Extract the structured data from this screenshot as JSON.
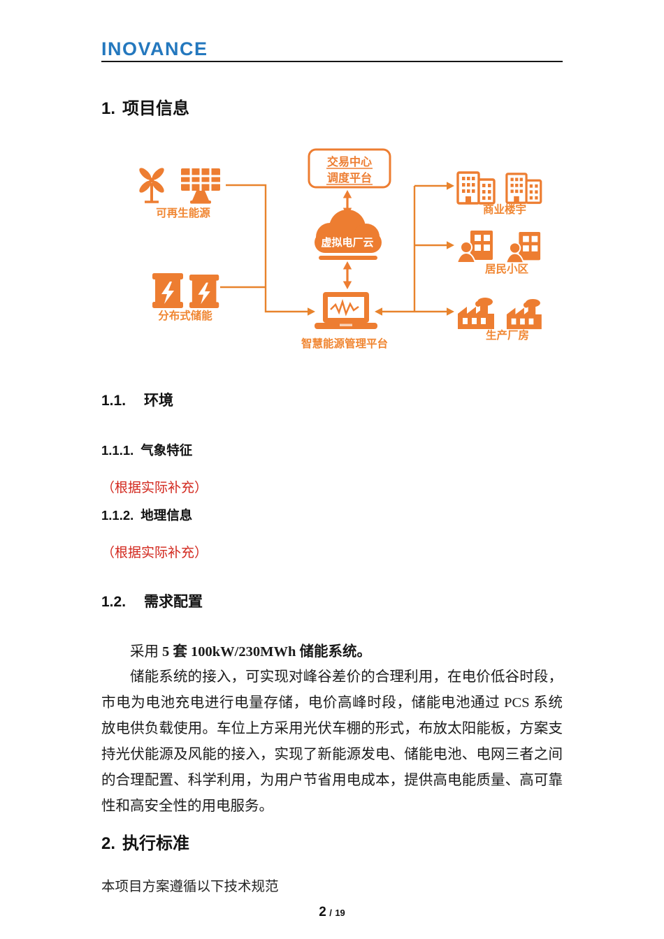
{
  "header": {
    "logo": "INOVANCE"
  },
  "headings": {
    "h1": {
      "num": "1.",
      "title": "项目信息"
    },
    "h11": {
      "num": "1.1.",
      "title": "环境"
    },
    "h111": {
      "num": "1.1.1.",
      "title": "气象特征"
    },
    "h112": {
      "num": "1.1.2.",
      "title": "地理信息"
    },
    "h12": {
      "num": "1.2.",
      "title": "需求配置"
    },
    "h2": {
      "num": "2.",
      "title": "执行标准"
    }
  },
  "notes": {
    "weather": "（根据实际补充）",
    "geo": "（根据实际补充）"
  },
  "body": {
    "config_prefix": "采用",
    "config_bold": "5 套 100kW/230MWh 储能系统。",
    "paragraph": "储能系统的接入，可实现对峰谷差价的合理利用，在电价低谷时段，市电为电池充电进行电量存储，电价高峰时段，储能电池通过 PCS 系统放电供负载使用。车位上方采用光伏车棚的形式，布放太阳能板，方案支持光伏能源及风能的接入，实现了新能源发电、储能电池、电网三者之间的合理配置、科学利用，为用户节省用电成本，提供高电能质量、高可靠性和高安全性的用电服务。",
    "standards_intro": "本项目方案遵循以下技术规范"
  },
  "footer": {
    "page": "2",
    "separator": "/",
    "total": "19"
  },
  "diagram": {
    "accent": "#ED7D31",
    "line_color": "#E8832C",
    "nodes": {
      "renewable": {
        "label": "可再生能源",
        "icons": [
          "wind-turbine-icon",
          "solar-panel-icon"
        ]
      },
      "storage": {
        "label": "分布式储能",
        "icons": [
          "battery-icon",
          "battery-icon"
        ]
      },
      "trading": {
        "line1": "交易中心",
        "line2": "调度平台"
      },
      "vpp_cloud": {
        "label": "虚拟电厂云",
        "icon": "cloud-icon"
      },
      "platform": {
        "label": "智慧能源管理平台",
        "icon": "laptop-icon"
      },
      "commercial": {
        "label": "商业楼宇",
        "icons": [
          "office-building-icon",
          "office-building-icon"
        ]
      },
      "residential": {
        "label": "居民小区",
        "icons": [
          "resident-building-icon",
          "resident-building-icon"
        ]
      },
      "factory": {
        "label": "生产厂房",
        "icons": [
          "factory-icon",
          "factory-icon"
        ]
      }
    }
  }
}
